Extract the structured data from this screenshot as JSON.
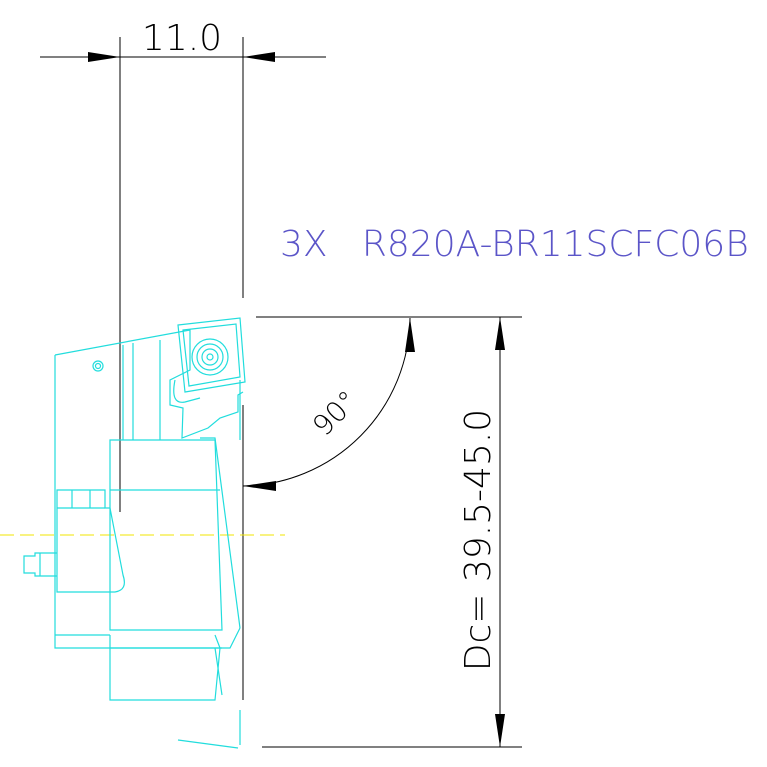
{
  "dimensions": {
    "width_label": "11.0",
    "angle_label": "90°",
    "diameter_label": "Dc= 39.5-45.0"
  },
  "part_callout": "3X   R820A-BR11SCFC06B",
  "colors": {
    "dimension_lines": "#000000",
    "part_outline": "#22dddd",
    "callout_text": "#5b55c8",
    "centerline": "#f2e600"
  }
}
